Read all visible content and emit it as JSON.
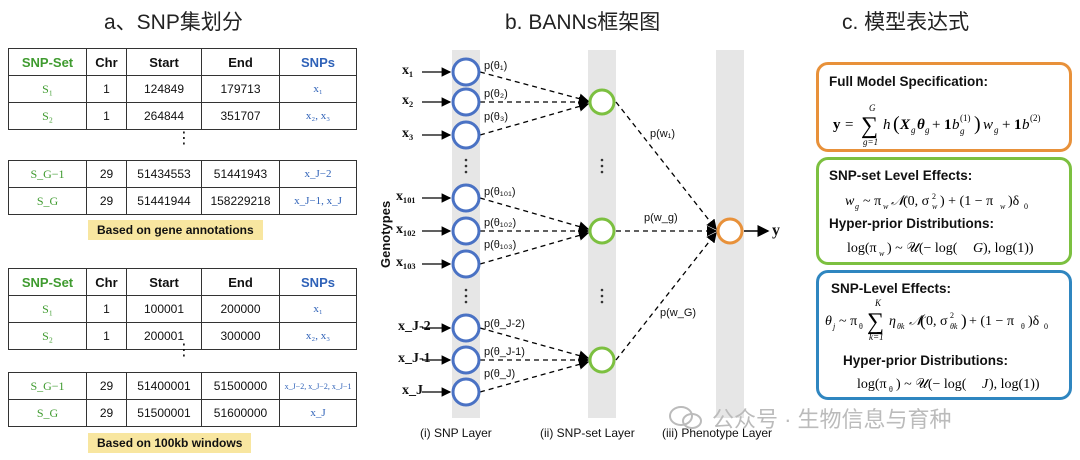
{
  "sections": {
    "a": "a、SNP集划分",
    "b": "b. BANNs框架图",
    "c": "c. 模型表达式"
  },
  "table1": {
    "headers": [
      "SNP-Set",
      "Chr",
      "Start",
      "End",
      "SNPs"
    ],
    "rows_top": [
      [
        "S₁",
        "1",
        "124849",
        "179713",
        "x₁"
      ],
      [
        "S₂",
        "1",
        "264844",
        "351707",
        "x₂, x₃"
      ]
    ],
    "rows_bottom": [
      [
        "S_G−1",
        "29",
        "51434553",
        "51441943",
        "x_J−2"
      ],
      [
        "S_G",
        "29",
        "51441944",
        "158229218",
        "x_J−1, x_J"
      ]
    ],
    "dots": "⋮",
    "note": "Based on gene annotations"
  },
  "table2": {
    "headers": [
      "SNP-Set",
      "Chr",
      "Start",
      "End",
      "SNPs"
    ],
    "rows_top": [
      [
        "S₁",
        "1",
        "100001",
        "200000",
        "x₁"
      ],
      [
        "S₂",
        "1",
        "200001",
        "300000",
        "x₂, x₃"
      ]
    ],
    "rows_bottom": [
      [
        "S_G−1",
        "29",
        "51400001",
        "51500000",
        "x_J−2, x_J−2, x_J−1"
      ],
      [
        "S_G",
        "29",
        "51500001",
        "51600000",
        "x_J"
      ]
    ],
    "dots": "⋮",
    "note": "Based on 100kb windows"
  },
  "diagram": {
    "axis_label": "Genotypes",
    "inputs": [
      "x₁",
      "x₂",
      "x₃",
      "x₁₀₁",
      "x₁₀₂",
      "x₁₀₃",
      "x_J-2",
      "x_J-1",
      "x_J"
    ],
    "theta_labels": [
      "p(θ₁)",
      "p(θ₂)",
      "p(θ₃)",
      "p(θ₁₀₁)",
      "p(θ₁₀₂)",
      "p(θ₁₀₃)",
      "p(θ_J-2)",
      "p(θ_J-1)",
      "p(θ_J)"
    ],
    "w_labels": [
      "p(w₁)",
      "p(w_g)",
      "p(w_G)"
    ],
    "output": "y",
    "layers": [
      "(i) SNP Layer",
      "(ii) SNP-set Layer",
      "(iii) Phenotype Layer"
    ],
    "colors": {
      "snp": "#4a72c4",
      "set": "#7cc040",
      "pheno": "#e8913a",
      "band": "#e6e6e6"
    }
  },
  "model": {
    "box1": {
      "title": "Full Model Specification:",
      "formula": "y = Σ_{g=1}^{G} h(X_g θ_g + 1 b_g^(1)) w_g + 1 b^(2)"
    },
    "box2": {
      "title": "SNP-set Level Effects:",
      "formula": "w_g ~ π_w N(0, σ_w²) + (1 − π_w) δ₀",
      "title2": "Hyper-prior Distributions:",
      "formula2": "log(π_w) ~ U(− log(G), log(1))"
    },
    "box3": {
      "title": "SNP-Level Effects:",
      "formula": "θ_j ~ π_θ Σ_{k=1}^{K} η_θk N(0, σ_θk²) + (1 − π_θ) δ₀",
      "title2": "Hyper-prior Distributions:",
      "formula2": "log(π_θ) ~ U(− log(J), log(1))"
    },
    "colors": {
      "box1": "#e8913a",
      "box2": "#7cc040",
      "box3": "#2f86c0"
    }
  },
  "watermark": "公众号 · 生物信息与育种"
}
